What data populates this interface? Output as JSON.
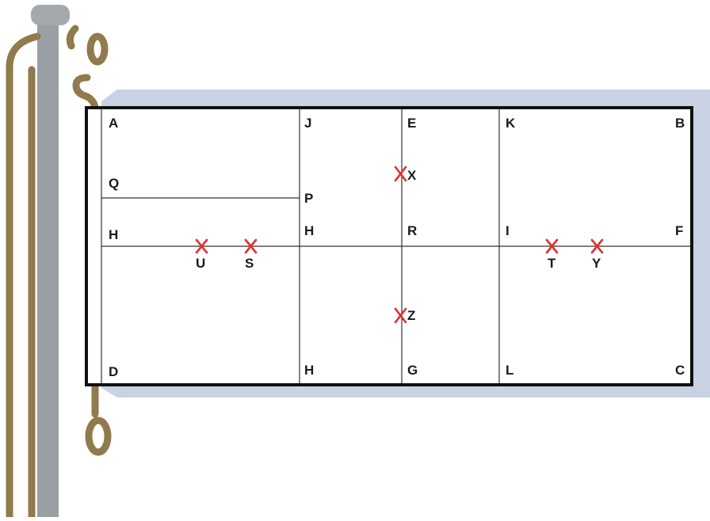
{
  "colors": {
    "pole": "#9a9fa4",
    "pole_cap": "#a4a9ad",
    "rope": "#917a4d",
    "shadow": "#c8d2e3",
    "flag_border": "#111111",
    "grid_line": "#333333",
    "marker": "#e03030",
    "label": "#1a1a1a"
  },
  "icons": {
    "marker": "x-mark"
  },
  "points": {
    "A": "A",
    "J": "J",
    "E": "E",
    "K": "K",
    "B": "B",
    "Q": "Q",
    "P": "P",
    "X": "X",
    "H_left": "H",
    "H_mid": "H",
    "R": "R",
    "I": "I",
    "F": "F",
    "U": "U",
    "S": "S",
    "T": "T",
    "Y": "Y",
    "Z": "Z",
    "D": "D",
    "H_bottom": "H",
    "G": "G",
    "L": "L",
    "C": "C"
  }
}
